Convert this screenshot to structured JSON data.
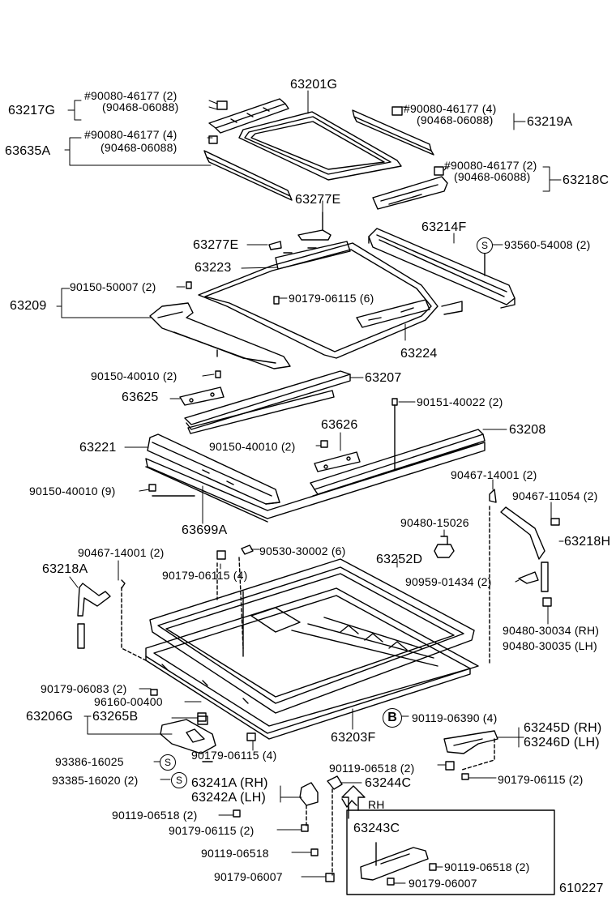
{
  "parts": {
    "p63217G": "63217G",
    "screw_a1": "#90080-46177 (2)",
    "screw_a1b": "(90468-06088)",
    "p63201G": "63201G",
    "screw_b1": "#90080-46177 (4)",
    "screw_b1b": "(90468-06088)",
    "p63219A": "63219A",
    "p63635A": "63635A",
    "screw_c1": "#90080-46177 (4)",
    "screw_c1b": "(90468-06088)",
    "screw_d1": "#90080-46177 (2)",
    "screw_d1b": "(90468-06088)",
    "p63218C": "63218C",
    "p63277E_top": "63277E",
    "p63214F": "63214F",
    "p93560": "93560-54008 (2)",
    "p63277E_mid": "63277E",
    "p63223": "63223",
    "p90150_50007": "90150-50007 (2)",
    "p63209": "63209",
    "p90179_06115_6": "90179-06115 (6)",
    "p63224": "63224",
    "p90150_40010_2a": "90150-40010 (2)",
    "p63207": "63207",
    "p63625": "63625",
    "p90151_40022": "90151-40022 (2)",
    "p63626": "63626",
    "p63208": "63208",
    "p63221": "63221",
    "p90150_40010_2b": "90150-40010 (2)",
    "p90467_14001_r": "90467-14001 (2)",
    "p90150_40010_9": "90150-40010 (9)",
    "p90467_11054": "90467-11054 (2)",
    "p63699A": "63699A",
    "p90480_15026": "90480-15026",
    "p63218H": "63218H",
    "p90467_14001_l": "90467-14001 (2)",
    "p90530": "90530-30002 (6)",
    "p63252D": "63252D",
    "p63218A": "63218A",
    "p90179_06115_4a": "90179-06115 (4)",
    "p90959": "90959-01434 (2)",
    "p90480_30034": "90480-30034 (RH)",
    "p90480_30035": "90480-30035 (LH)",
    "p90179_06083": "90179-06083 (2)",
    "p96160": "96160-00400",
    "p63206G": "63206G",
    "p63265B": "63265B",
    "p90119_06390": "90119-06390 (4)",
    "p63203F": "63203F",
    "p63245D": "63245D (RH)",
    "p63246D": "63246D (LH)",
    "p90179_06115_4b": "90179-06115 (4)",
    "p93386": "93386-16025",
    "p90119_06518_2a": "90119-06518 (2)",
    "p93385": "93385-16020 (2)",
    "p63241A": "63241A (RH)",
    "p63242A": "63242A (LH)",
    "p63244C": "63244C",
    "p90179_06115_2r": "90179-06115 (2)",
    "rh": "RH",
    "p90119_06518_2b": "90119-06518 (2)",
    "p90179_06115_2b": "90179-06115 (2)",
    "p63243C": "63243C",
    "p90119_06518": "90119-06518",
    "p90119_06518_2c": "90119-06518 (2)",
    "p90179_06007_a": "90179-06007",
    "p90179_06007_b": "90179-06007",
    "diagram_id": "610227"
  },
  "badges": {
    "s": "S",
    "b": "B"
  }
}
